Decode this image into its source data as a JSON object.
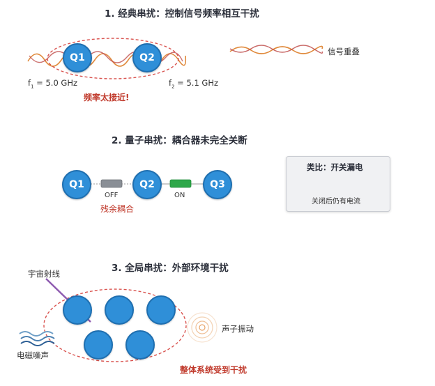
{
  "section1": {
    "title": "1. 经典串扰：控制信号频率相互干扰",
    "qubits": [
      "Q1",
      "Q2"
    ],
    "f1_label": "f",
    "f1_sub": "1",
    "f1_value": " = 5.0 GHz",
    "f2_label": "f",
    "f2_sub": "2",
    "f2_value": " = 5.1 GHz",
    "warning": "频率太接近!",
    "overlap_label": "信号重叠"
  },
  "section2": {
    "title": "2. 量子串扰：耦合器未完全关断",
    "qubits": [
      "Q1",
      "Q2",
      "Q3"
    ],
    "coupler_off": "OFF",
    "coupler_on": "ON",
    "residual": "残余耦合",
    "analogy_title": "类比：开关漏电",
    "analogy_caption": "关闭后仍有电流"
  },
  "section3": {
    "title": "3. 全局串扰：外部环境干扰",
    "cosmic": "宇宙射线",
    "emnoise": "电磁噪声",
    "acoustic": "声子振动",
    "whole": "整体系统受到干扰"
  },
  "colors": {
    "qubit_blue": "#2f8fd8",
    "dashed_red": "#d9534f",
    "wave_orange": "#e08a3c",
    "wave_red": "#c0504d",
    "coupler_gray": "#8a8f96",
    "coupler_green": "#2ea84a",
    "cosmic_purple": "#8e5bb0"
  }
}
